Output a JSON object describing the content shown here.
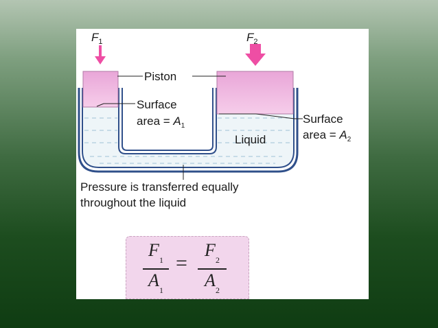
{
  "diagram": {
    "force_left": {
      "symbol": "F",
      "sub": "1"
    },
    "force_right": {
      "symbol": "F",
      "sub": "2"
    },
    "piston_label": "Piston",
    "surface_left": {
      "line1": "Surface",
      "line2_prefix": "area = ",
      "var": "A",
      "sub": "1"
    },
    "surface_right": {
      "line1": "Surface",
      "line2_prefix": "area = ",
      "var": "A",
      "sub": "2"
    },
    "liquid_label": "Liquid",
    "pressure_line1": "Pressure is transferred equally",
    "pressure_line2": "throughout the liquid"
  },
  "formula": {
    "left_num": {
      "var": "F",
      "sub": "1"
    },
    "left_den": {
      "var": "A",
      "sub": "1"
    },
    "equals": "=",
    "right_num": {
      "var": "F",
      "sub": "2"
    },
    "right_den": {
      "var": "A",
      "sub": "2"
    }
  },
  "colors": {
    "piston": "#f0b6e2",
    "arrow": "#ee4ea4",
    "vessel": "#2f4f8a",
    "liquid_line": "#9fc1d6"
  }
}
